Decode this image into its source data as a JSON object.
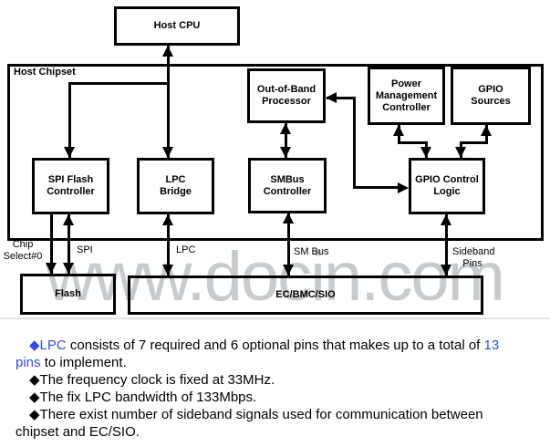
{
  "colors": {
    "accent_blue": "#3a4bdb",
    "line_black": "#000000",
    "watermark_gray": "#c8cbce"
  },
  "watermark": {
    "text": "www.docin.com"
  },
  "diagram": {
    "host_cpu": {
      "label": "Host CPU"
    },
    "chipset": {
      "label": "Host Chipset"
    },
    "blocks": {
      "oob": {
        "lines": [
          "Out-of-Band",
          "Processor"
        ]
      },
      "pmc": {
        "lines": [
          "Power",
          "Management",
          "Controller"
        ]
      },
      "gpio_sources": {
        "lines": [
          "GPIO",
          "Sources"
        ]
      },
      "spi_flash": {
        "lines": [
          "SPI Flash",
          "Controller"
        ]
      },
      "lpc_bridge": {
        "lines": [
          "LPC",
          "Bridge"
        ]
      },
      "smbus": {
        "lines": [
          "SMBus",
          "Controller"
        ]
      },
      "gpio_control": {
        "lines": [
          "GPIO Control",
          "Logic"
        ]
      },
      "flash": {
        "label": "Flash"
      },
      "ec_bmc_sio": {
        "label": "EC/BMC/SIO"
      }
    },
    "bus_labels": {
      "chip_select": {
        "lines": [
          "Chip",
          "Select#0"
        ]
      },
      "spi": "SPI",
      "lpc": "LPC",
      "sm_bus": "SM Bus",
      "sideband": {
        "lines": [
          "Sideband",
          "Pins"
        ]
      }
    }
  },
  "notes": {
    "lines": [
      {
        "segments": [
          {
            "t": "◆LPC",
            "blue": true
          },
          {
            "t": " consists of 7 required and 6 optional pins that makes up to a total of "
          },
          {
            "t": "13",
            "blue": true
          }
        ]
      },
      {
        "segments": [
          {
            "t": "pins",
            "blue": true
          },
          {
            "t": " to implement."
          }
        ]
      },
      {
        "segments": [
          {
            "t": "◆The frequency clock is fixed at 33MHz."
          }
        ]
      },
      {
        "segments": [
          {
            "t": "◆The fix LPC bandwidth of 133Mbps."
          }
        ]
      },
      {
        "segments": [
          {
            "t": "◆There exist number of sideband signals used for communication between"
          }
        ]
      },
      {
        "segments": [
          {
            "t": "chipset and EC/SIO."
          }
        ]
      }
    ]
  }
}
